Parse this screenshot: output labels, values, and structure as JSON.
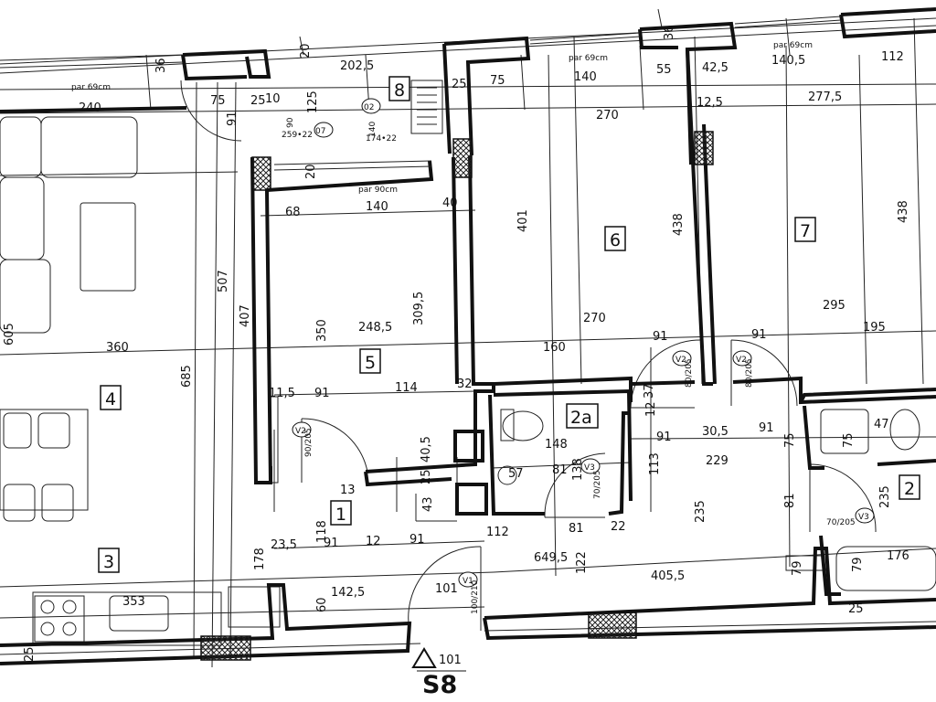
{
  "rooms": {
    "r1": "1",
    "r2": "2",
    "r2a": "2a",
    "r3": "3",
    "r4": "4",
    "r5": "5",
    "r6": "6",
    "r7": "7",
    "r8": "8"
  },
  "section": {
    "label": "S8",
    "number": "101"
  },
  "parapet": {
    "p69a": "par 69cm",
    "p69b": "par 69cm",
    "p69c": "par 69cm",
    "p90": "par 90cm"
  },
  "dims": {
    "d20": "20",
    "d2025": "202,5",
    "d36a": "36",
    "d240": "240",
    "d75a": "75",
    "d25a": "25",
    "d10": "10",
    "d91a": "91",
    "d125": "125",
    "d90w": "90",
    "d259": "259•22",
    "d07": "07",
    "d02": "02",
    "d140w": "140",
    "d174": "174•22",
    "d25b": "25",
    "d75b": "75",
    "d140": "140",
    "d55": "55",
    "d36b": "36",
    "d425": "42,5",
    "d1405": "140,5",
    "d112": "112",
    "d270a": "270",
    "d2775": "277,5",
    "d125b": "12,5",
    "d20b": "20",
    "d68": "68",
    "d140b": "140",
    "d40": "40",
    "d401": "401",
    "d438a": "438",
    "d438b": "438",
    "d507": "507",
    "d407": "407",
    "d350": "350",
    "d2485": "248,5",
    "d3095": "309,5",
    "d270b": "270",
    "d295": "295",
    "d605": "605",
    "d360": "360",
    "d685": "685",
    "d160": "160",
    "d91b": "91",
    "d91c": "91",
    "d195": "195",
    "d115": "11,5",
    "d91d": "91",
    "d114": "114",
    "d32": "32",
    "d37": "37",
    "d12": "12",
    "d405": "40,5",
    "d148": "148",
    "d91e": "91",
    "d305": "30,5",
    "d91f": "91",
    "d229": "229",
    "d47": "47",
    "d75c": "75",
    "d75d": "75",
    "d25c": "25",
    "d57": "57",
    "d81a": "81",
    "d138": "138",
    "d113": "113",
    "d81b": "81",
    "d235a": "235",
    "d235b": "235",
    "d13": "13",
    "d43": "43",
    "d118": "118",
    "d235c": "23,5",
    "d91g": "91",
    "d12b": "12",
    "d91h": "91",
    "d112b": "112",
    "d81c": "81",
    "d22": "22",
    "d178": "178",
    "d6495": "649,5",
    "d122": "122",
    "d4055": "405,5",
    "d79a": "79",
    "d79b": "79",
    "d176": "176",
    "d1425": "142,5",
    "d101": "101",
    "d60": "60",
    "d353": "353",
    "d25d": "25",
    "d25e": "25"
  },
  "doors": {
    "v2a": "V2",
    "v2a_t": "90/205",
    "v2b": "V2",
    "v2b_t": "80/205",
    "v2c": "V2",
    "v2c_t": "80/205",
    "v3a": "V3",
    "v3a_t": "70/205",
    "v3b": "V3",
    "v3b_t": "70/205",
    "v1": "V1",
    "v1_t": "100/210"
  },
  "colors": {
    "ink": "#111111",
    "hatch": "#222222"
  }
}
